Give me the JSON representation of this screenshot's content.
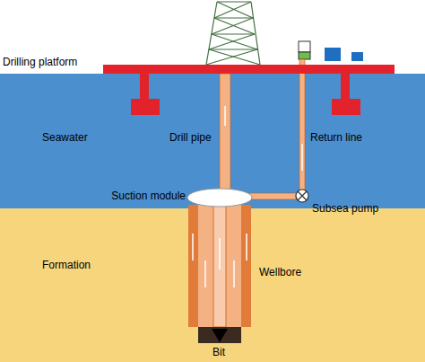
{
  "diagram": {
    "labels": [
      "Drilling platform",
      "Seawater",
      "Drill pipe",
      "Return line",
      "Suction module",
      "Subsea pump",
      "Formation",
      "Wellbore",
      "Bit"
    ]
  }
}
